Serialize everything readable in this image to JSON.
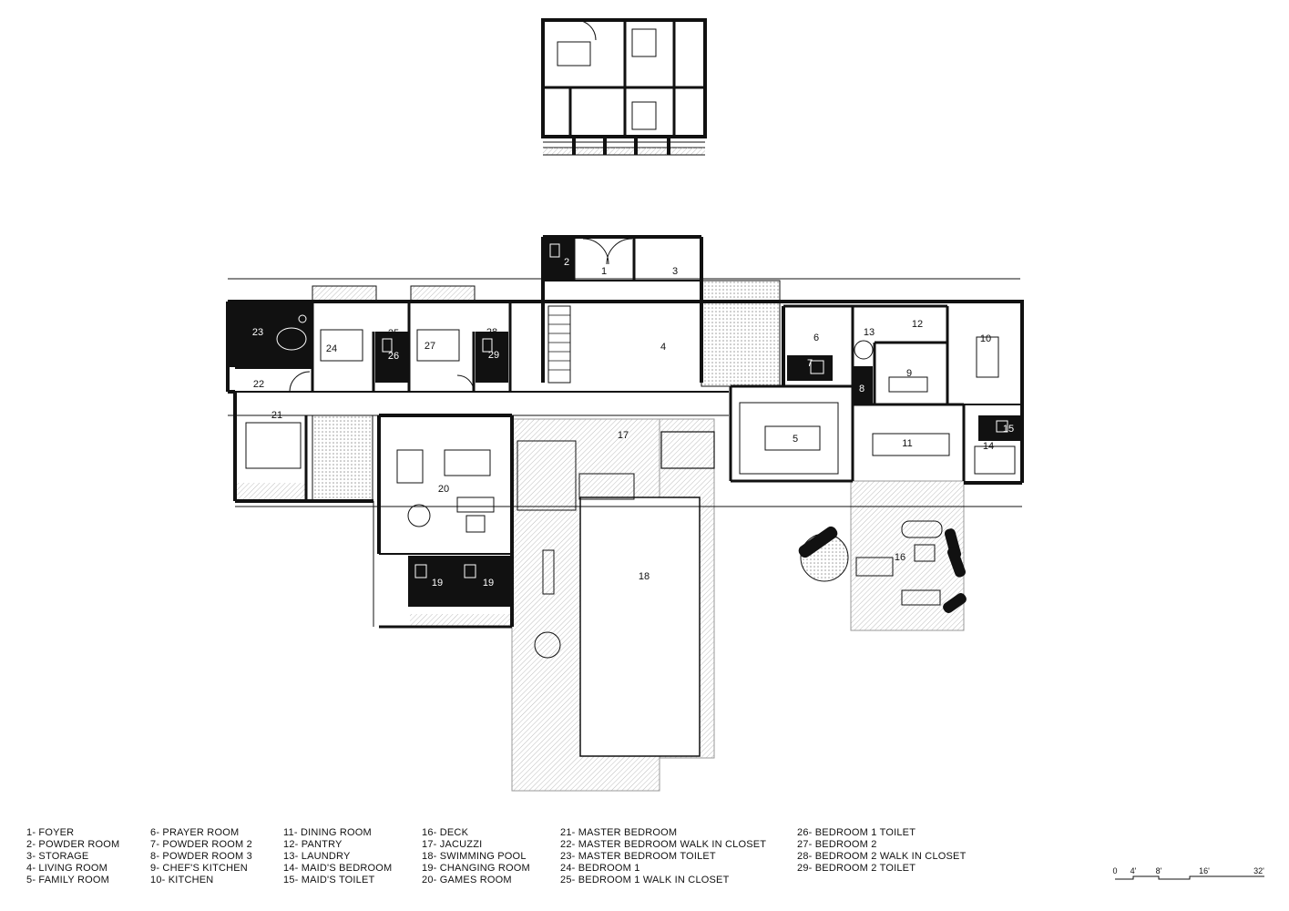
{
  "room_numbers": [
    "1",
    "2",
    "3",
    "4",
    "5",
    "6",
    "7",
    "8",
    "9",
    "10",
    "11",
    "12",
    "13",
    "14",
    "15",
    "16",
    "17",
    "18",
    "19",
    "19",
    "20",
    "21",
    "22",
    "23",
    "24",
    "25",
    "26",
    "27",
    "28",
    "29"
  ],
  "legend": {
    "columns": [
      [
        "1- FOYER",
        "2- POWDER ROOM",
        "3- STORAGE",
        "4- LIVING ROOM",
        "5- FAMILY ROOM"
      ],
      [
        "6- PRAYER ROOM",
        "7- POWDER ROOM 2",
        "8- POWDER ROOM 3",
        "9- CHEF'S KITCHEN",
        "10- KITCHEN"
      ],
      [
        "11- DINING ROOM",
        "12- PANTRY",
        "13- LAUNDRY",
        "14- MAID'S BEDROOM",
        "15- MAID'S TOILET"
      ],
      [
        "16- DECK",
        "17- JACUZZI",
        "18- SWIMMING POOL",
        "19- CHANGING ROOM",
        "20- GAMES ROOM"
      ],
      [
        "21- MASTER BEDROOM",
        "22- MASTER BEDROOM WALK IN CLOSET",
        "23- MASTER BEDROOM TOILET",
        "24- BEDROOM 1",
        "25- BEDROOM 1 WALK IN CLOSET"
      ],
      [
        "26- BEDROOM 1 TOILET",
        "27- BEDROOM 2",
        "28- BEDROOM 2 WALK IN CLOSET",
        "29- BEDROOM 2 TOILET"
      ]
    ]
  },
  "scale_bar": {
    "labels": [
      "0",
      "4'",
      "8'",
      "16'",
      "32'"
    ]
  },
  "colors": {
    "wall": "#111111",
    "hatch": "#bdbdbd",
    "dark_room": "#111111",
    "paper": "#ffffff"
  }
}
